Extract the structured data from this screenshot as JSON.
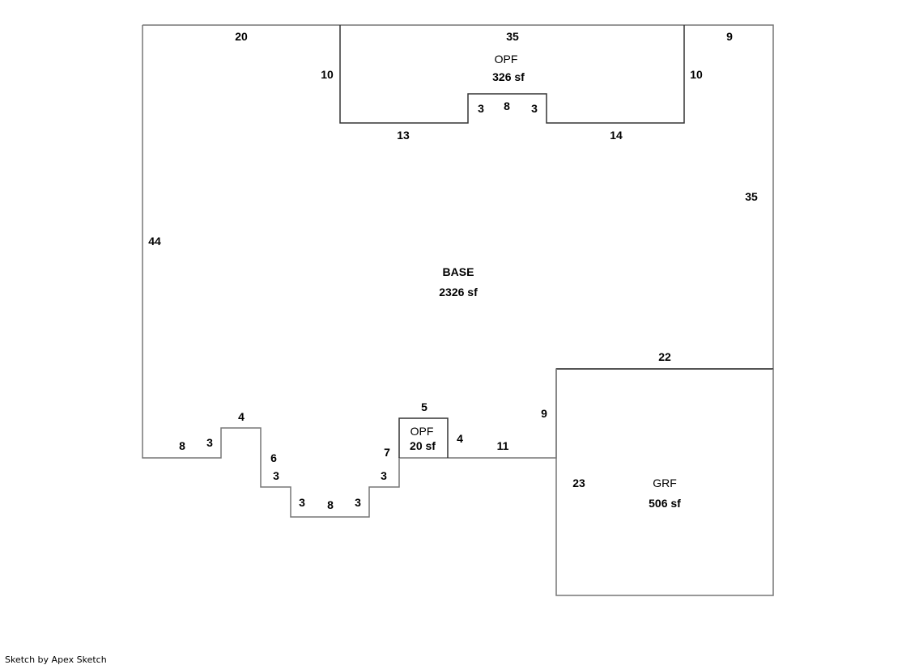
{
  "areas": {
    "base": {
      "name": "BASE",
      "area": "2326 sf"
    },
    "opf_top": {
      "name": "OPF",
      "area": "326 sf"
    },
    "opf_small": {
      "name": "OPF",
      "area": "20 sf"
    },
    "grf": {
      "name": "GRF",
      "area": "506 sf"
    }
  },
  "dimensions": {
    "top_left": "20",
    "opf_top_width": "35",
    "top_right": "9",
    "opf_left_depth": "10",
    "opf_right_depth": "10",
    "opf_bottom_left": "13",
    "opf_bump_left": "3",
    "opf_bump_width": "8",
    "opf_bump_right": "3",
    "opf_bottom_right": "14",
    "right_side": "35",
    "left_side": "44",
    "grf_top": "22",
    "grf_left_upper": "9",
    "grf_left": "23",
    "bottom_left": "8",
    "step1_up": "3",
    "step1_top": "4",
    "step1_down": "6",
    "step2_down": "3",
    "step3_down": "3",
    "bottom_mid": "8",
    "step3_up": "3",
    "step2_up": "3",
    "step_up_7": "7",
    "opf_small_top": "5",
    "opf_small_right": "4",
    "bottom_right": "11"
  },
  "footer": "Sketch by Apex Sketch"
}
